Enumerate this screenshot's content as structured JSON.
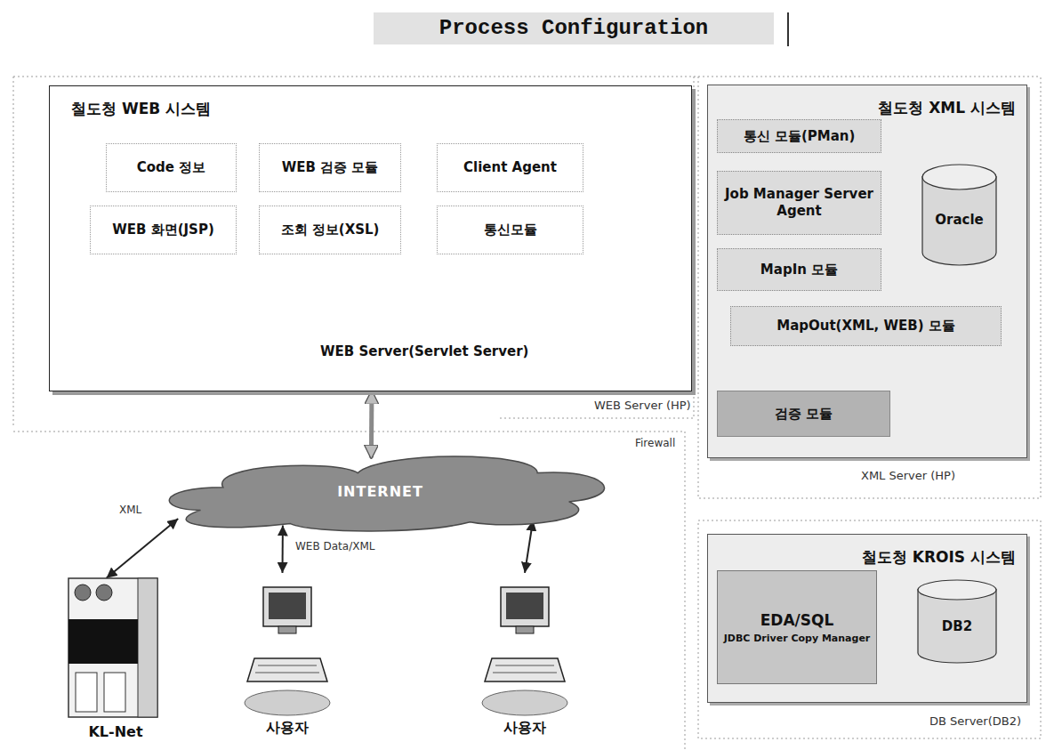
{
  "diagram": {
    "title": "Process Configuration",
    "nodes": [
      {
        "text": [
          "철도청 WEB 시스템"
        ]
      },
      {
        "text": [
          "Code 정보"
        ],
        "in": 0
      },
      {
        "text": [
          "WEB 검증 모듈"
        ],
        "in": 0
      },
      {
        "text": [
          "Client Agent"
        ],
        "in": 0
      },
      {
        "text": [
          "WEB 화면(JSP)"
        ],
        "in": 0
      },
      {
        "text": [
          "조회 정보(XSL)"
        ],
        "in": 0
      },
      {
        "text": [
          "통신모듈"
        ],
        "in": 0
      },
      {
        "text": [
          "철도청 XML 시스템"
        ]
      },
      {
        "text": [
          "통신 모듈(PMan)"
        ],
        "in": 7
      },
      {
        "text": [
          "Job Manager Server Agent"
        ],
        "in": 7
      },
      {
        "text": [
          "Oracle"
        ],
        "in": 7
      },
      {
        "text": [
          "MapIn 모듈"
        ],
        "in": 7
      },
      {
        "text": [
          "MapOut(XML, WEB) 모듈"
        ],
        "in": 7
      },
      {
        "text": [
          "검증 모듈"
        ],
        "in": 7
      },
      {
        "text": [
          "철도청 KROIS 시스템"
        ]
      },
      {
        "text": [
          "EDA/SQL",
          "JDBC Driver Copy Manager"
        ],
        "in": 14
      },
      {
        "text": [
          "DB2"
        ],
        "in": 14
      },
      {
        "text": [
          "INTERNET"
        ]
      },
      {
        "text": [
          "KL-Net"
        ]
      },
      {
        "text": [
          "사용자"
        ]
      },
      {
        "text": [
          "사용자"
        ]
      }
    ],
    "edges": [
      {
        "from": 0,
        "to": 17,
        "arrow": "both"
      },
      {
        "from": 17,
        "to": 18,
        "label": "XML",
        "arrow": "both"
      },
      {
        "from": 17,
        "to": 19,
        "label": "WEB Data/XML",
        "arrow": "both"
      },
      {
        "from": 17,
        "to": 20,
        "arrow": "both"
      }
    ],
    "labels": [
      "WEB Server(Servlet Server)",
      "WEB Server (HP)",
      "Firewall",
      "XML Server (HP)",
      "DB Server(DB2)"
    ]
  }
}
